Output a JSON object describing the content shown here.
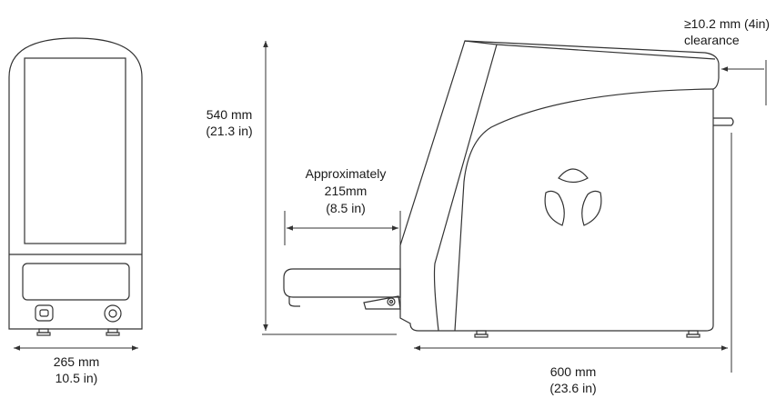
{
  "front_view": {
    "width_mm": "265 mm",
    "width_in": "10.5 in)"
  },
  "side_view": {
    "height_mm": "540 mm",
    "height_in": "(21.3 in)",
    "drawer_line1": "Approximately",
    "drawer_line2": "215mm",
    "drawer_line3": "(8.5 in)",
    "clearance_line1": "≥10.2 mm (4in)",
    "clearance_line2": "clearance",
    "depth_mm": "600 mm",
    "depth_in": "(23.6 in)"
  },
  "colors": {
    "line": "#333333",
    "background": "#ffffff"
  }
}
